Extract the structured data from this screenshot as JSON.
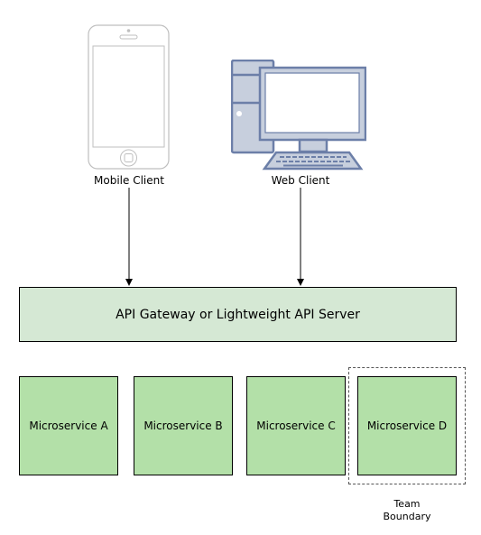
{
  "clients": {
    "mobile_label": "Mobile Client",
    "web_label": "Web Client"
  },
  "gateway": {
    "label": "API Gateway or Lightweight API Server"
  },
  "microservices": [
    {
      "label": "Microservice A"
    },
    {
      "label": "Microservice B"
    },
    {
      "label": "Microservice C"
    },
    {
      "label": "Microservice D"
    }
  ],
  "team_boundary": {
    "label_line1": "Team",
    "label_line2": "Boundary"
  },
  "colors": {
    "gateway_fill": "#d5e8d4",
    "microservice_fill": "#b3e0a8",
    "device_outline": "#bfbfbf",
    "computer_fill": "#c7cfdd",
    "computer_stroke": "#6c7fa8",
    "boundary_stroke": "#555555"
  }
}
